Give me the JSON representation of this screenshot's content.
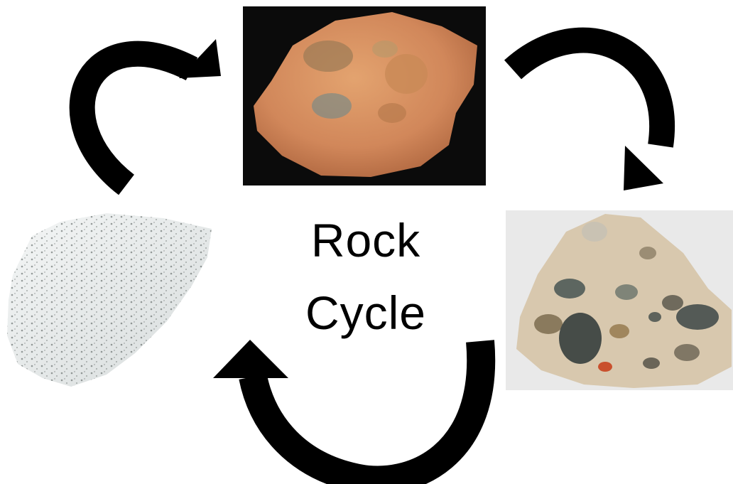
{
  "diagram": {
    "title_lines": [
      "Rock",
      "Cycle"
    ],
    "nodes": [
      {
        "id": "top",
        "image": "orange-sandstone-rock-photo"
      },
      {
        "id": "right",
        "image": "conglomerate-rock-photo"
      },
      {
        "id": "left",
        "image": "white-granite-rock-photo"
      }
    ],
    "arrows": [
      {
        "from": "left",
        "to": "top",
        "direction": "clockwise"
      },
      {
        "from": "top",
        "to": "right",
        "direction": "clockwise"
      },
      {
        "from": "right",
        "to": "left",
        "direction": "clockwise"
      }
    ],
    "colors": {
      "arrow": "#000000",
      "background": "#ffffff"
    }
  }
}
